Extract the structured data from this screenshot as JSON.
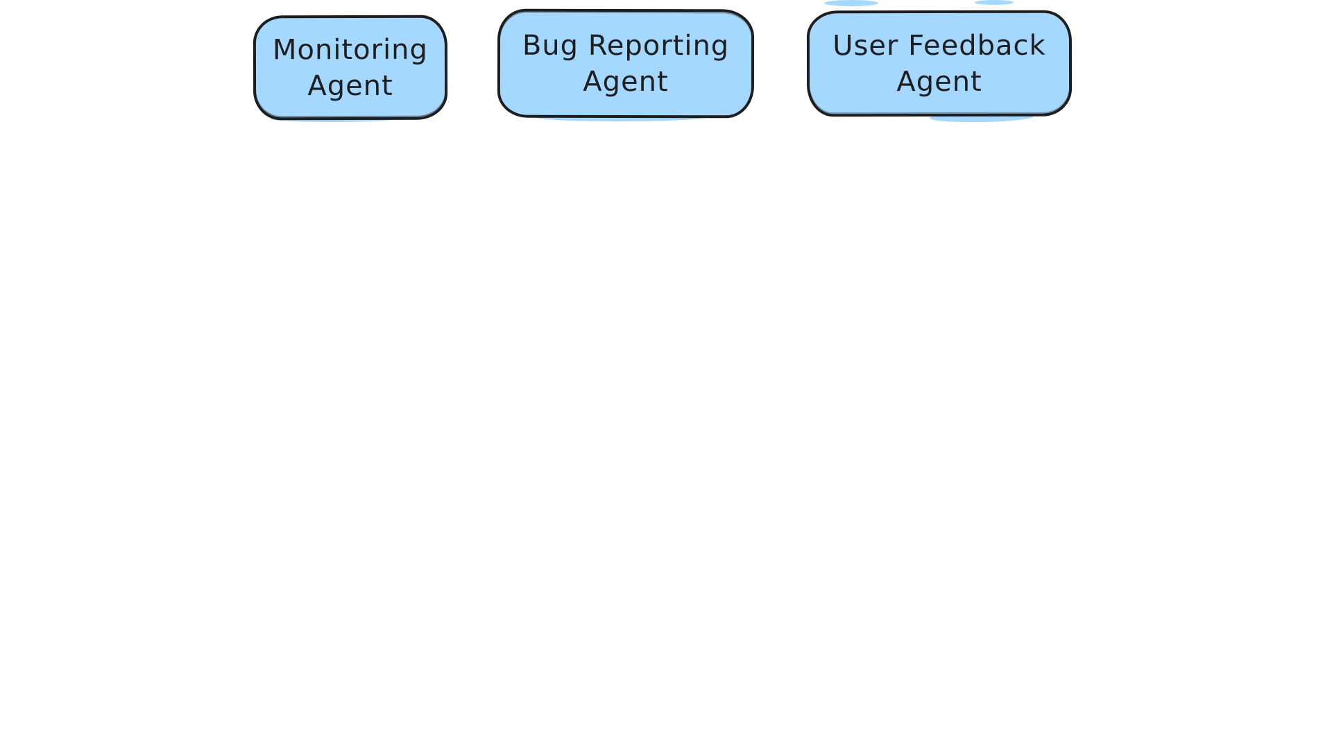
{
  "canvas": {
    "background_color": "#ffffff",
    "style": "hand-drawn-whiteboard"
  },
  "diagram": {
    "nodes": [
      {
        "label": "Monitoring Agent",
        "lines": [
          "Monitoring",
          "Agent"
        ],
        "shape": "rounded-rectangle",
        "fill_color": "#a5d8ff",
        "stroke_color": "#1e1e1e",
        "text_color": "#1e1e1e"
      },
      {
        "label": "Bug Reporting Agent",
        "lines": [
          "Bug Reporting",
          "Agent"
        ],
        "shape": "rounded-rectangle",
        "fill_color": "#a5d8ff",
        "stroke_color": "#1e1e1e",
        "text_color": "#1e1e1e"
      },
      {
        "label": "User Feedback Agent",
        "lines": [
          "User Feedback",
          "Agent"
        ],
        "shape": "rounded-rectangle",
        "fill_color": "#a5d8ff",
        "stroke_color": "#1e1e1e",
        "text_color": "#1e1e1e"
      }
    ]
  }
}
